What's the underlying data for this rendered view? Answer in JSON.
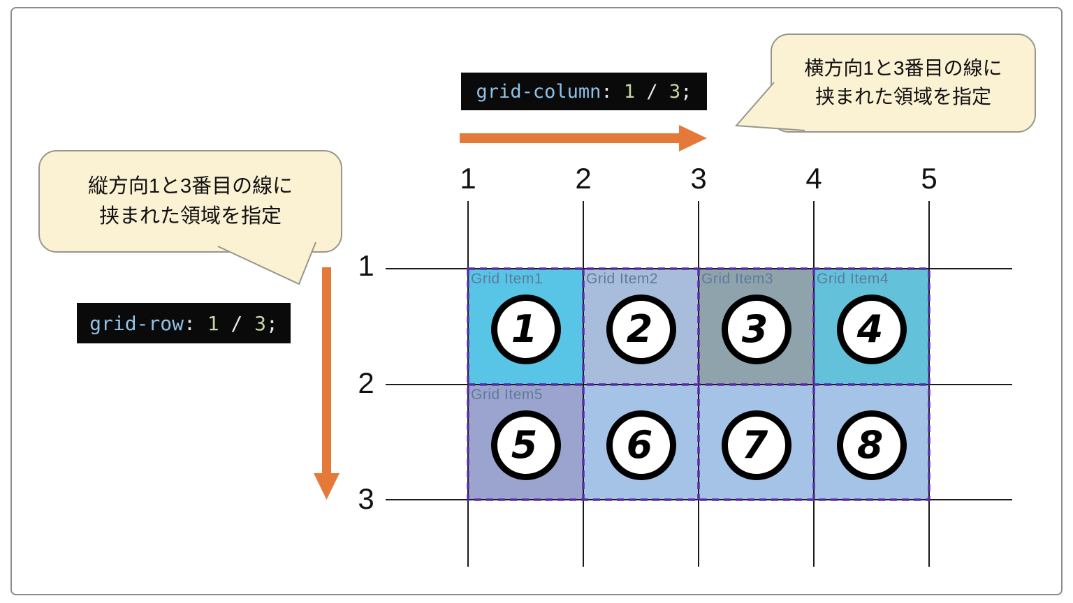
{
  "code_column": {
    "property": "grid-column",
    "separator": ": ",
    "num1": "1",
    "slash": " / ",
    "num2": "3",
    "terminator": ";"
  },
  "code_row": {
    "property": "grid-row",
    "separator": ": ",
    "num1": "1",
    "slash": " / ",
    "num2": "3",
    "terminator": ";"
  },
  "bubble_column": {
    "line1": "横方向1と3番目の線に",
    "line2": "挟まれた領域を指定"
  },
  "bubble_row": {
    "line1": "縦方向1と3番目の線に",
    "line2": "挟まれた領域を指定"
  },
  "grid": {
    "column_line_labels": [
      "1",
      "2",
      "3",
      "4",
      "5"
    ],
    "row_line_labels": [
      "1",
      "2",
      "3"
    ],
    "items": [
      {
        "label": "Grid Item1",
        "number": "1"
      },
      {
        "label": "Grid Item2",
        "number": "2"
      },
      {
        "label": "Grid Item3",
        "number": "3"
      },
      {
        "label": "Grid Item4",
        "number": "4"
      },
      {
        "label": "Grid Item5",
        "number": "5"
      },
      {
        "label": "",
        "number": "6"
      },
      {
        "label": "",
        "number": "7"
      },
      {
        "label": "",
        "number": "8"
      }
    ]
  },
  "colors": {
    "item_1": "#58c4e6",
    "item_2": "#a8bddc",
    "item_3": "#8ea3ab",
    "item_4": "#63c2da",
    "item_5": "#9ba4ce",
    "item_6": "#a5c3e6",
    "item_7": "#a5c3e6",
    "item_8": "#a5c3e6",
    "item_label_text": "#5e7b9b",
    "grid_line": "#1a1a1a",
    "dashed_border": "#5b2aa8",
    "arrow": "#e5793a",
    "bubble_fill": "#fbf1d3",
    "bubble_border": "#96968c",
    "code_background": "#0a0a0a",
    "code_property": "#90c2e8",
    "code_number": "#c6d8a4",
    "code_punctuation": "#e6e6e6"
  }
}
